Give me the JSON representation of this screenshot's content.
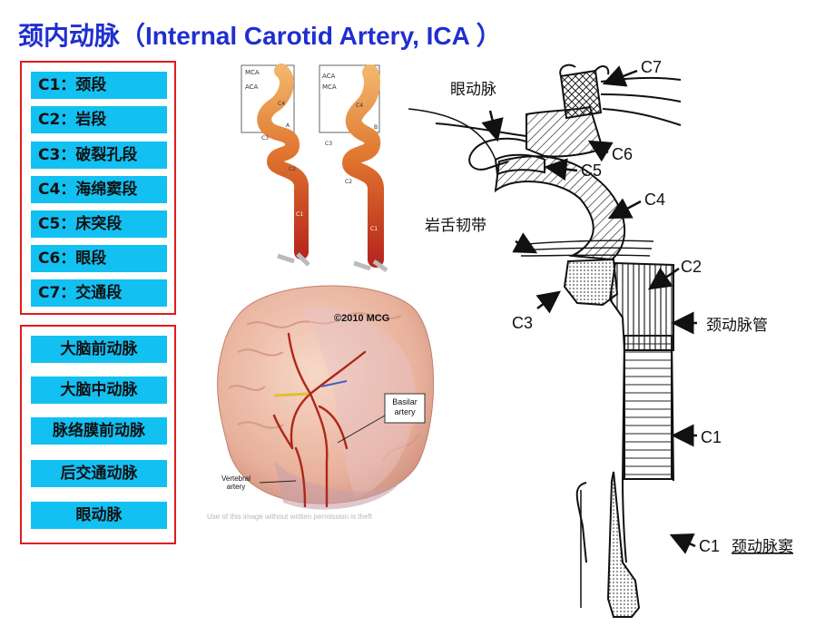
{
  "title": {
    "zh": "颈内动脉",
    "en": "（Internal Carotid Artery, ICA ）"
  },
  "segments": [
    "C1：颈段",
    "C2：岩段",
    "C3：破裂孔段",
    "C4：海绵窦段",
    "C5：床突段",
    "C6：眼段",
    "C7：交通段"
  ],
  "branches": [
    "大脑前动脉",
    "大脑中动脉",
    "脉络膜前动脉",
    "后交通动脉",
    "眼动脉"
  ],
  "small_figure": {
    "labels_a": [
      "MCA",
      "ACA",
      "C4",
      "C3",
      "C2",
      "C1",
      "A"
    ],
    "labels_b": [
      "ACA",
      "MCA",
      "C4",
      "C3",
      "C2",
      "C1",
      "B"
    ]
  },
  "brain_figure": {
    "copyright": "©2010 MCG",
    "basilar": "Basilar artery",
    "vertebral": "Vertebral artery",
    "watermark": "Use of this image without written permission is theft"
  },
  "diagram": {
    "c7": "C7",
    "c6": "C6",
    "c5": "C5",
    "c4": "C4",
    "c3": "C3",
    "c2": "C2",
    "c1": "C1",
    "c1b": "C1",
    "ophthalmic": "眼动脉",
    "petrolingual": "岩舌韧带",
    "carotid_canal": "颈动脉管",
    "carotid_sinus": "颈动脉窦"
  },
  "colors": {
    "title": "#1f2fd0",
    "box_border": "#e01b1b",
    "item_bg": "#12c0f2"
  }
}
